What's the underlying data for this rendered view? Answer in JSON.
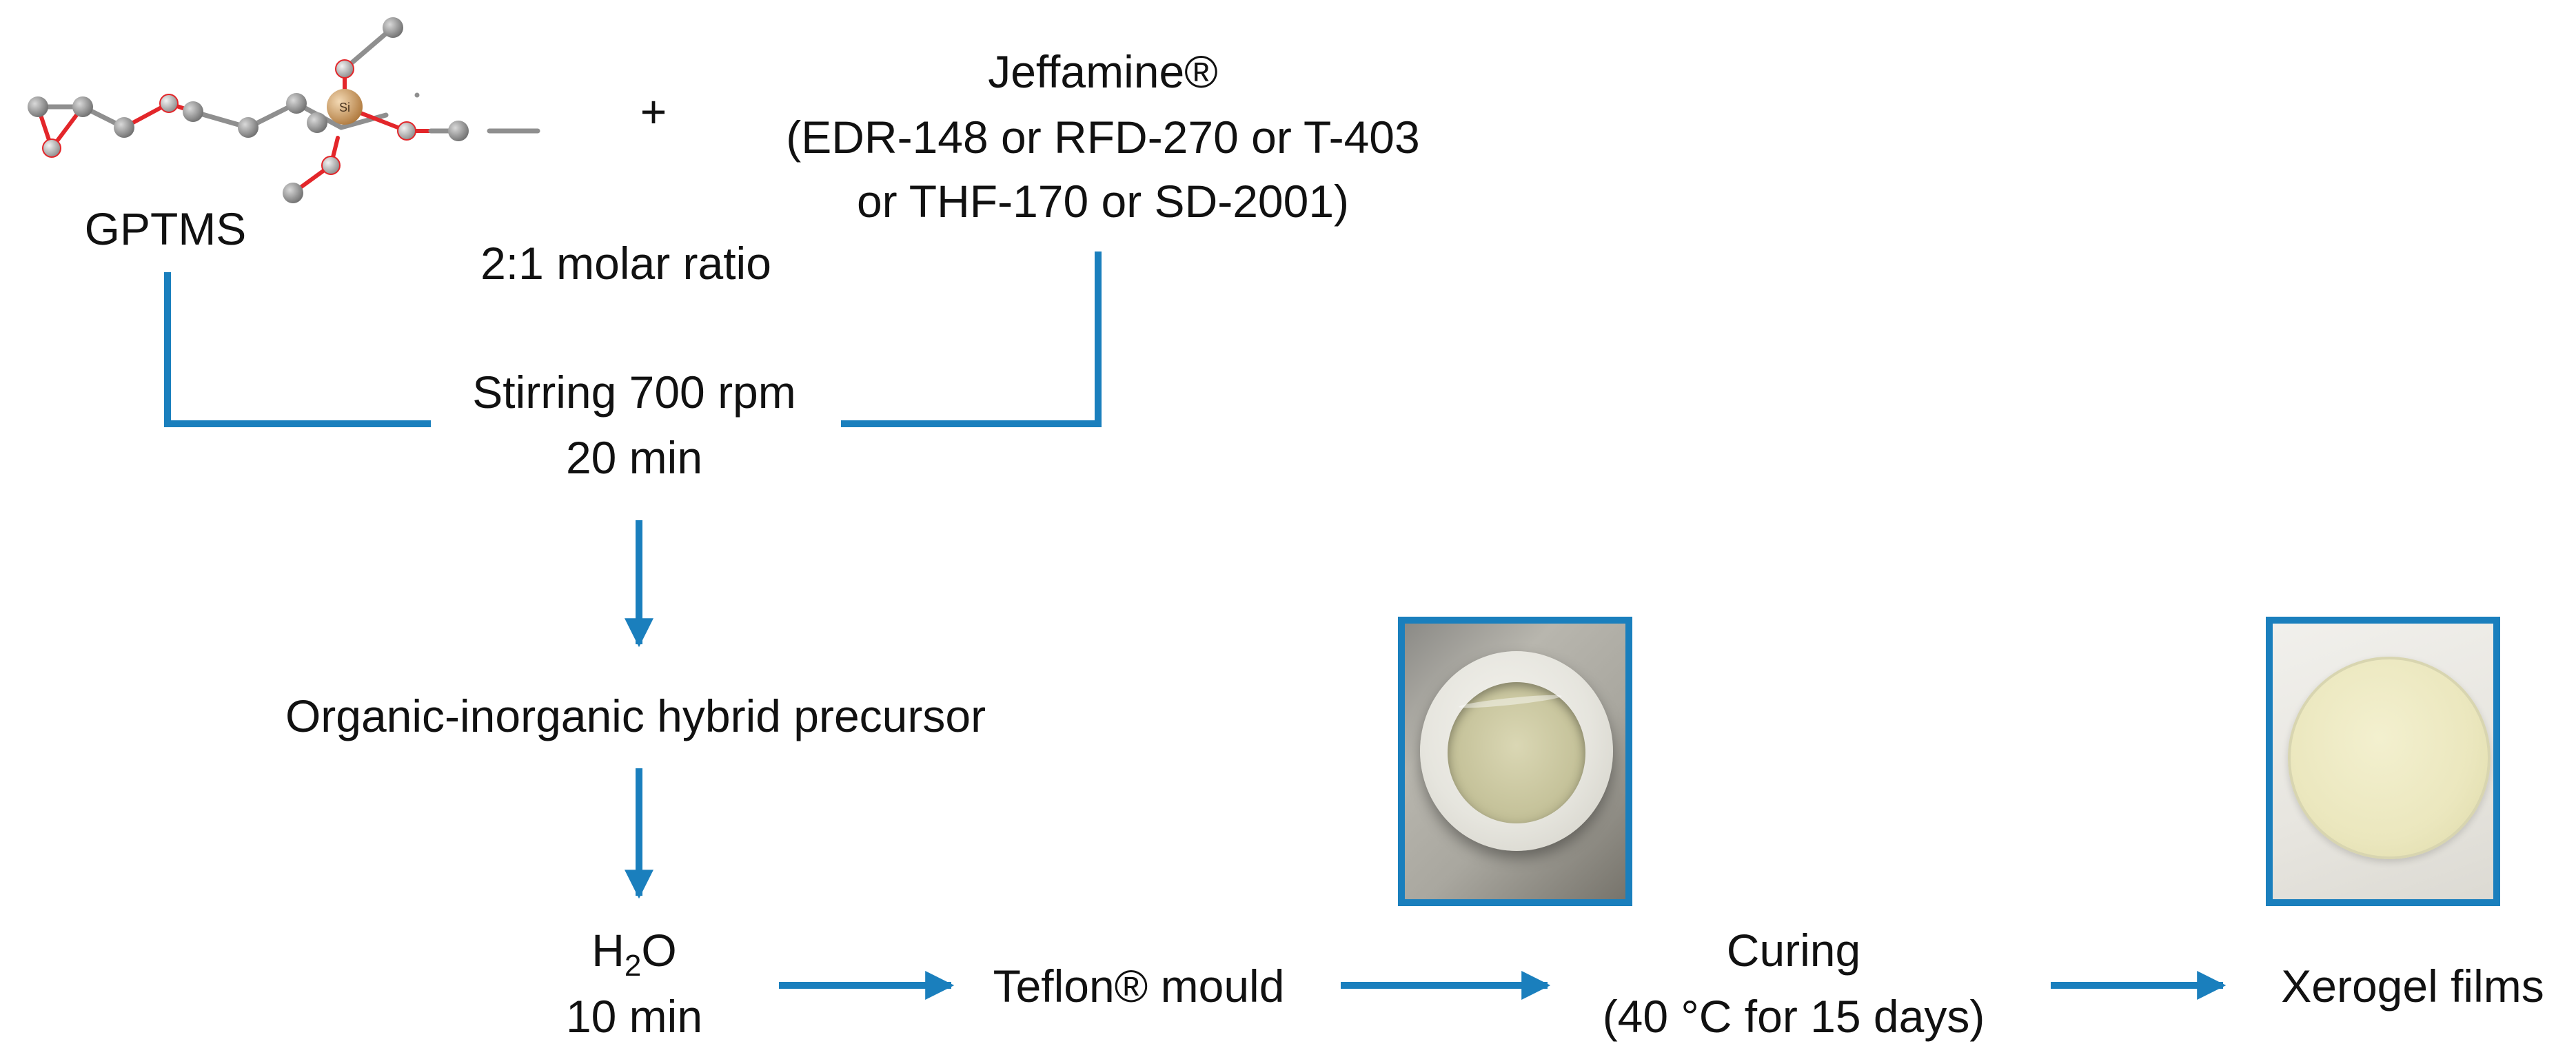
{
  "reactants": {
    "gptms_label": "GPTMS",
    "plus": "+",
    "molecule_atom_label": "Si",
    "jeffamine_line1": "Jeffamine®",
    "jeffamine_line2": "(EDR-148 or RFD-270 or T-403",
    "jeffamine_line3": "or THF-170 or SD-2001)",
    "molar_ratio": "2:1 molar ratio"
  },
  "steps": {
    "stirring_line1": "Stirring 700 rpm",
    "stirring_line2": "20 min",
    "precursor": "Organic-inorganic hybrid precursor",
    "water_h": "H",
    "water_sub": "2",
    "water_o": "O",
    "water_time": "10 min",
    "mould": "Teflon® mould",
    "curing_line1": "Curing",
    "curing_line2": "(40 °C for 15 days)",
    "xerogel": "Xerogel films"
  },
  "colors": {
    "flow": "#1a7fbd",
    "text": "#111111",
    "oxygen": "#e3262a",
    "silicon": "#c8955c",
    "carbon": "#8f8f8f"
  }
}
